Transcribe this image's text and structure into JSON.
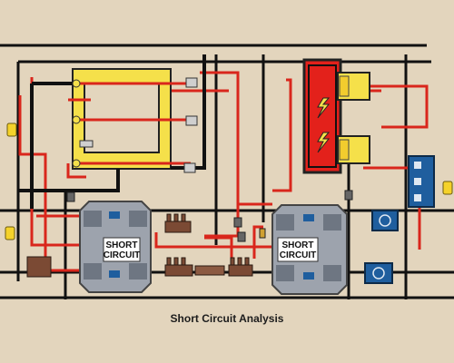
{
  "caption": "Short Circuit Analysis",
  "modules": [
    {
      "id": "left",
      "label_line1": "SHORT",
      "label_line2": "CIRCUIT"
    },
    {
      "id": "right",
      "label_line1": "SHORT",
      "label_line2": "CIRCUIT"
    }
  ],
  "colors": {
    "background": "#e3d5bd",
    "wire_black": "#111111",
    "wire_red": "#d9261c",
    "busbar_yellow": "#f5e04a",
    "panel_red": "#e3211b",
    "module_gray": "#9da3ad",
    "device_blue": "#1f5e9e",
    "terminal_brown": "#7b4a34"
  },
  "icons": [
    "lightning-bolt-icon",
    "fuse-icon",
    "terminal-block-icon",
    "relay-icon"
  ]
}
